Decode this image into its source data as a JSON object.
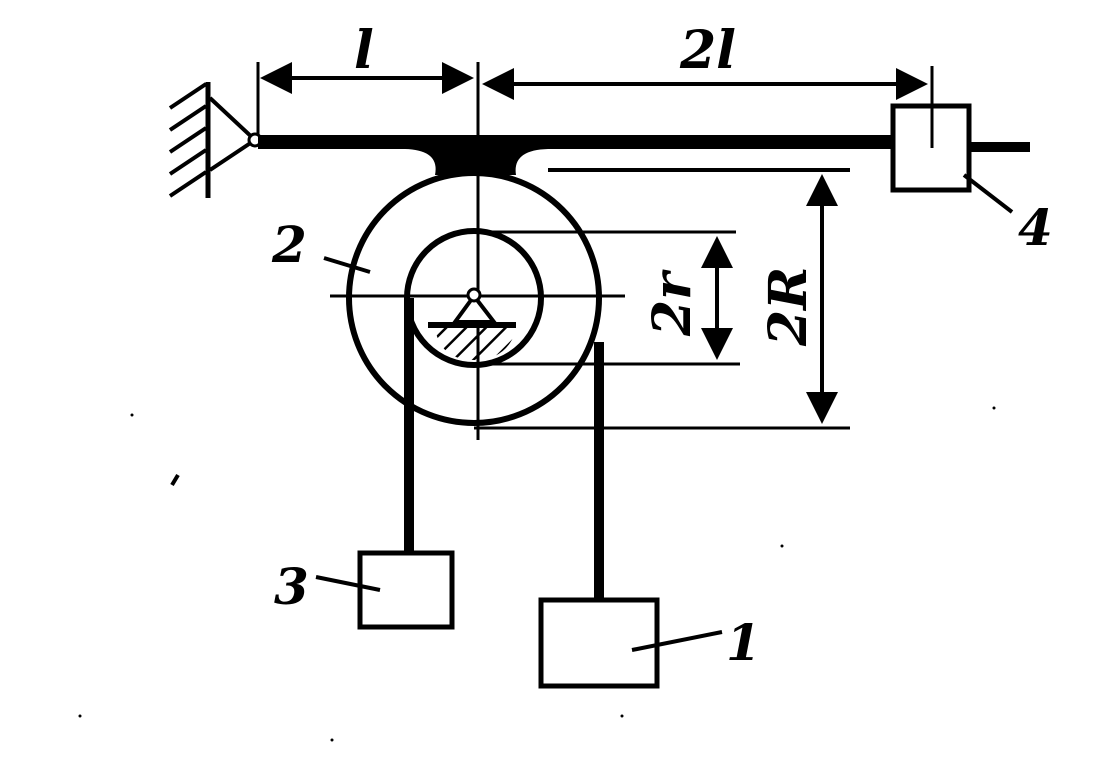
{
  "dimensions": {
    "left_span": "l",
    "right_span": "2l",
    "inner_diameter": "2r",
    "outer_diameter": "2R"
  },
  "labels": {
    "load_1": "1",
    "pulley_2": "2",
    "load_3": "3",
    "counterweight_4": "4"
  },
  "colors": {
    "ink": "#000000",
    "paper": "#ffffff"
  }
}
